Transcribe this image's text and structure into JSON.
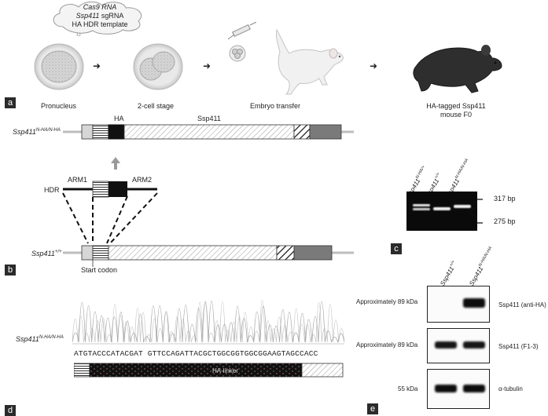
{
  "panel_a": {
    "letter": "a",
    "cloud_line1": "Cas9 RNA",
    "cloud_line2_gene": "Ssp411",
    "cloud_line2_rest": " sgRNA",
    "cloud_line3": "HA HDR template",
    "stages": [
      "Pronucleus",
      "2-cell stage",
      "Embryo transfer"
    ],
    "final_line1": "HA-tagged Ssp411",
    "final_line2": "mouse F0"
  },
  "panel_b": {
    "letter": "b",
    "ha_label": "HA",
    "ssp411_label": "Ssp411",
    "top_allele_base": "Ssp411",
    "top_allele_sup": "N-HA/N-HA",
    "hdr_label": "HDR",
    "arm1": "ARM1",
    "arm2": "ARM2",
    "bottom_allele_base": "Ssp411",
    "bottom_allele_sup": "+/+",
    "start_codon": "Start codon"
  },
  "panel_c": {
    "letter": "c",
    "lanes": [
      {
        "base": "Ssp411",
        "sup": "N-HA/+"
      },
      {
        "base": "Ssp411",
        "sup": "+/+"
      },
      {
        "base": "Ssp411",
        "sup": "N-HA/N-HA"
      }
    ],
    "size_upper": "317 bp",
    "size_lower": "275 bp"
  },
  "panel_d": {
    "letter": "d",
    "allele_base": "Ssp411",
    "allele_sup": "N-HA/N-HA",
    "sequence": "ATGTACCCATACGAT GTTCCAGATTACGCTGGCGGTGGCGGAAGTAGCCACC",
    "bar_label": "HA-linker"
  },
  "panel_e": {
    "letter": "e",
    "lanes": [
      {
        "base": "Ssp411",
        "sup": "+/+"
      },
      {
        "base": "Ssp411",
        "sup": "N-HA/N-HA"
      }
    ],
    "rows": [
      {
        "mw": "Approximately 89 kDa",
        "target": "Ssp411 (anti-HA)"
      },
      {
        "mw": "Approximately 89 kDa",
        "target": "Ssp411 (F1-3)"
      },
      {
        "mw": "55 kDa",
        "target": "α-tubulin"
      }
    ]
  },
  "colors": {
    "dark": "#1a1a1a",
    "gray_box": "#7a7a7a",
    "light_box": "#d6d6d6",
    "line_gray": "#bdbdbd"
  }
}
